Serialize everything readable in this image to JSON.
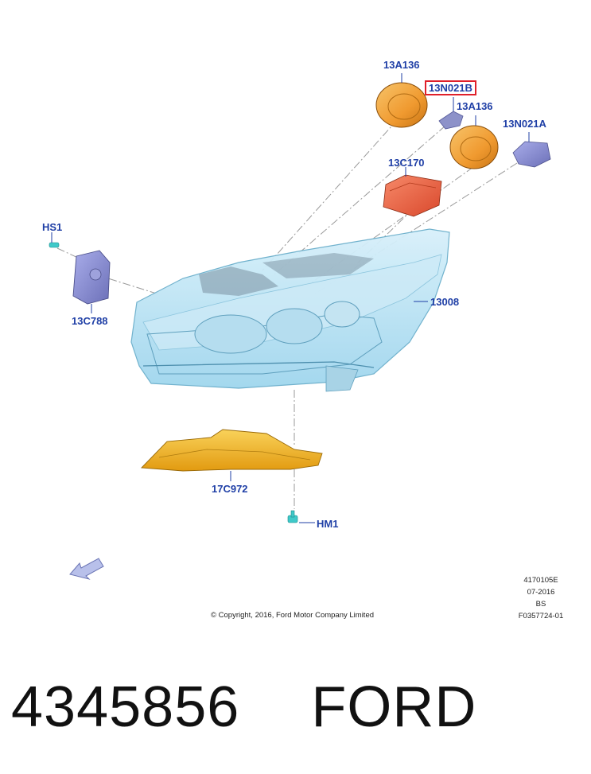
{
  "callouts": {
    "bulb_cover_top": "13A136",
    "bulb_highlighted": "13N021B",
    "bulb_cover_right": "13A136",
    "bulb_right": "13N021A",
    "control_module": "13C170",
    "screw_hs1": "HS1",
    "ballast_module": "13C788",
    "headlamp_assembly": "13008",
    "bracket": "17C972",
    "screw_hm1": "HM1"
  },
  "meta": {
    "illustration_id": "4170105E",
    "date": "07-2016",
    "code": "BS",
    "figure_id": "F0357724-01"
  },
  "copyright": "© Copyright, 2016, Ford Motor Company Limited",
  "part": {
    "number": "4345856",
    "brand": "FORD"
  },
  "colors": {
    "callout_text": "#1f3fa6",
    "highlight_box": "#e0202a",
    "headlamp_fill": "#bfe6f5",
    "cover_orange": "#f2a13a",
    "module_red": "#ee6a4a",
    "bracket_yellow": "#f3b51a",
    "ballast_blue": "#8b8fcf",
    "screw_cyan": "#3fc9c9"
  }
}
